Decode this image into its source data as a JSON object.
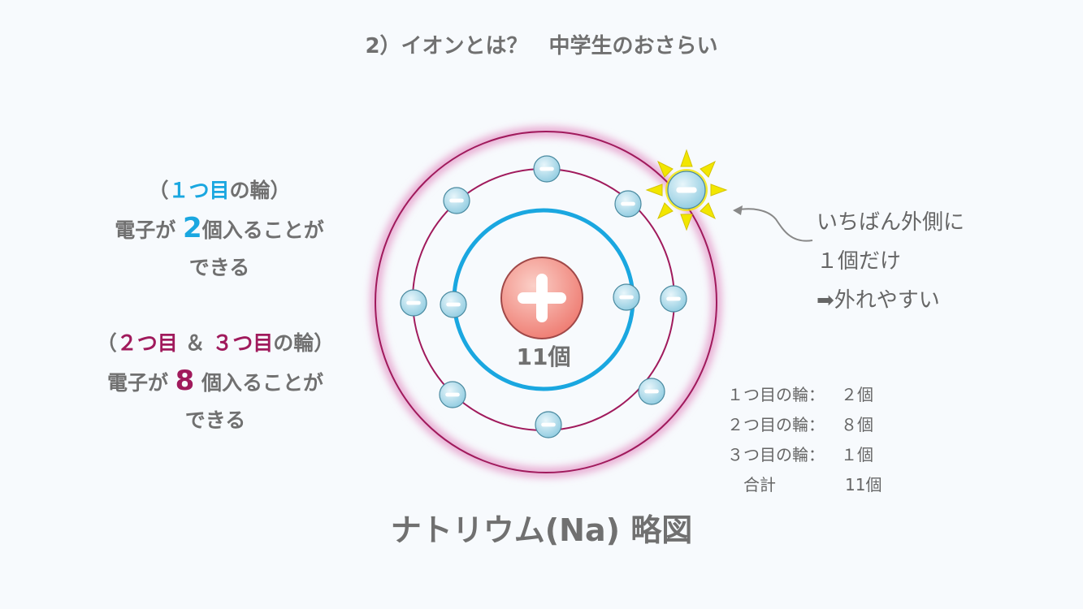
{
  "title": "2）イオンとは？　中学生のおさらい",
  "shell1_label": {
    "open": "（",
    "ordinal": "１つ目",
    "rest": "の輪）",
    "line2_pre": "電子が ",
    "count": "2",
    "line2_post": "個入ることが",
    "line3": "できる"
  },
  "shell23_label": {
    "open": "（",
    "ordinal1": "２つ目",
    "amp": " ＆ ",
    "ordinal2": "３つ目",
    "rest": "の輪）",
    "line2_pre": "電子が ",
    "count": "8",
    "line2_post": " 個入ることが",
    "line3": "できる"
  },
  "nucleus": {
    "symbol": "+",
    "count": "11個"
  },
  "note": {
    "line1": "いちばん外側に",
    "line2": "１個だけ",
    "line3": "➡外れやすい"
  },
  "tally": [
    {
      "label": "１つ目の輪：",
      "value": "２個"
    },
    {
      "label": "２つ目の輪：",
      "value": "８個"
    },
    {
      "label": "３つ目の輪：",
      "value": "１個"
    },
    {
      "label": "合計",
      "value": "11個"
    }
  ],
  "caption": "ナトリウム(Na) 略図",
  "colors": {
    "shell1": "#1aa7e0",
    "shell23": "#a01a5c",
    "text": "#707070",
    "highlight": "#f2e600"
  }
}
